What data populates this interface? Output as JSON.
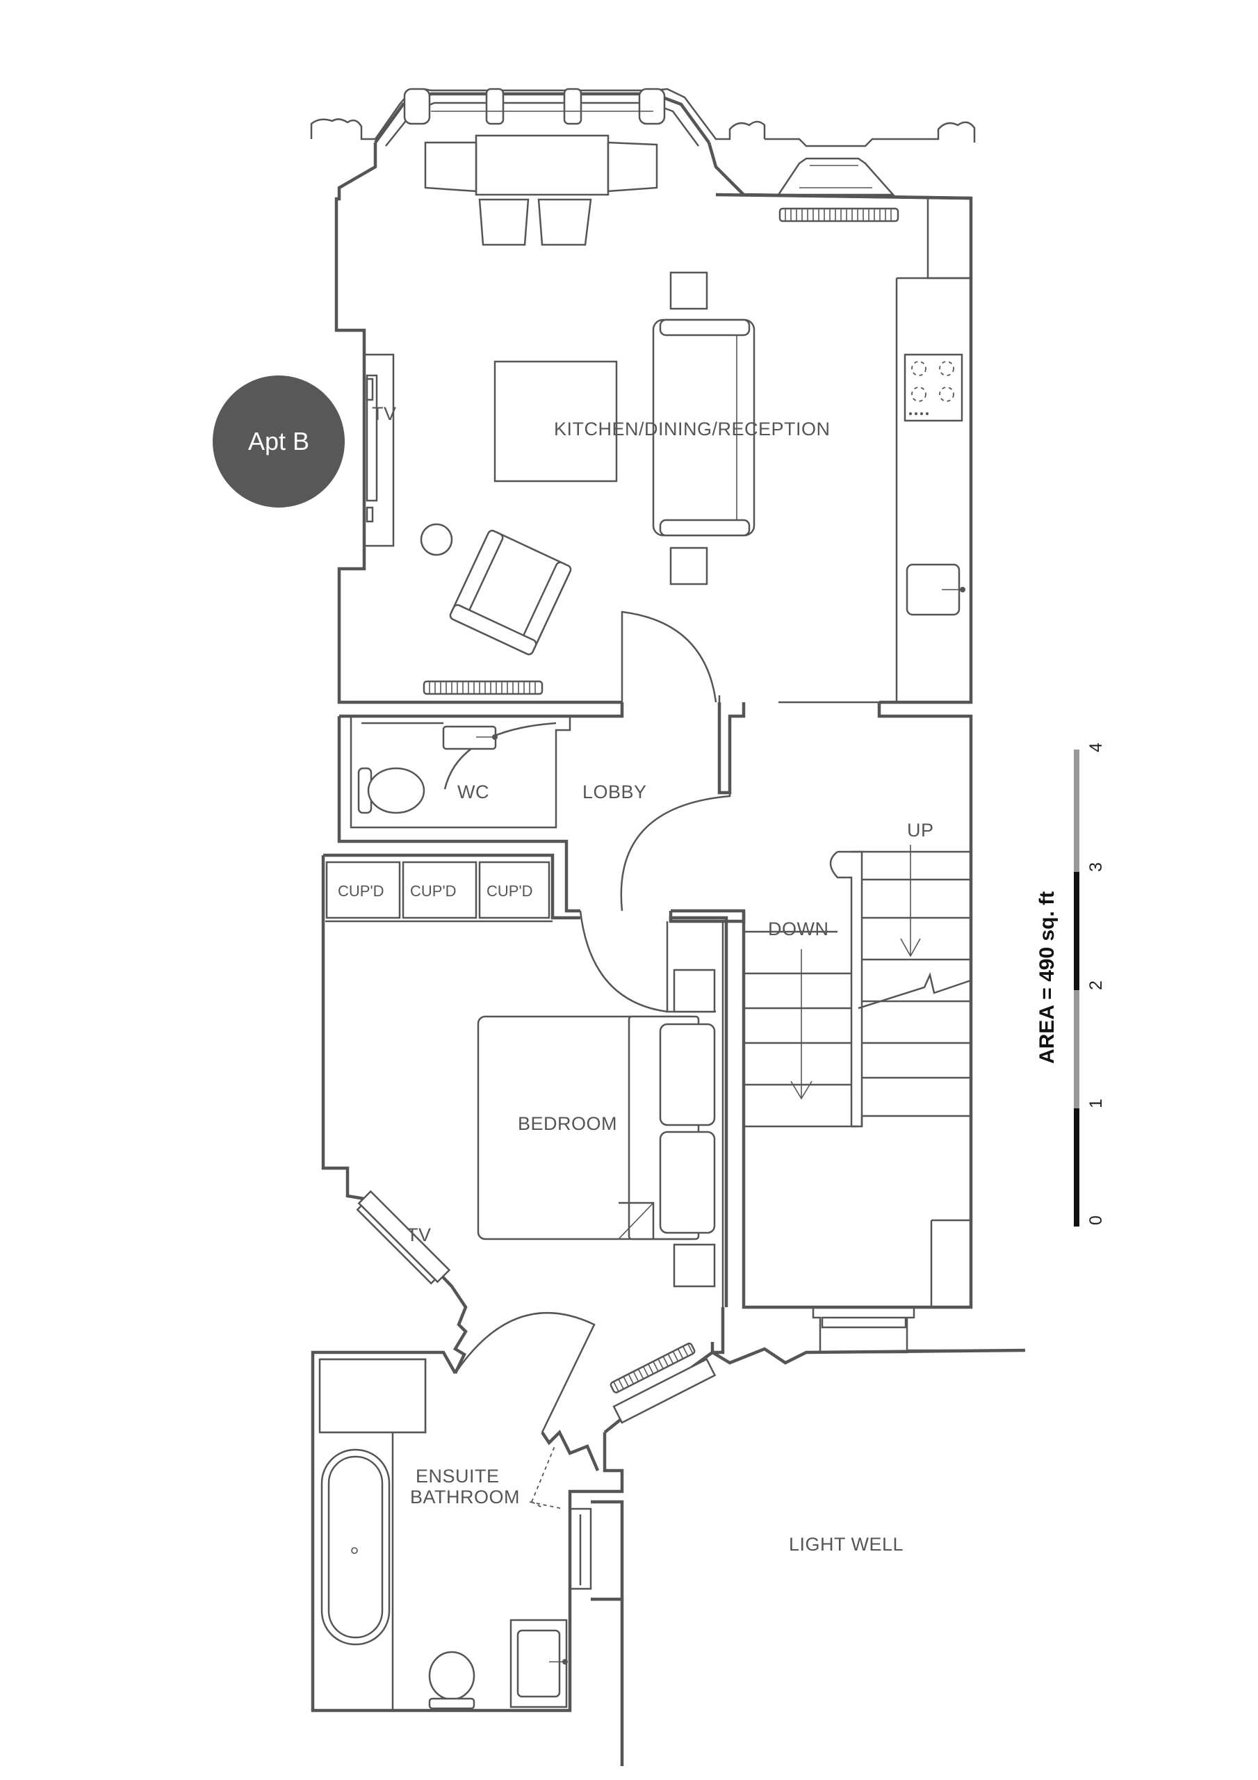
{
  "apartment_badge": "Apt B",
  "rooms": {
    "kitchen": "KITCHEN/DINING/RECEPTION",
    "wc": "WC",
    "lobby": "LOBBY",
    "bedroom": "BEDROOM",
    "ensuite_line1": "ENSUITE",
    "ensuite_line2": "BATHROOM",
    "light_well": "LIGHT WELL",
    "down": "DOWN",
    "up": "UP",
    "tv_living": "TV",
    "tv_bedroom": "TV"
  },
  "cupboards": [
    "CUP'D",
    "CUP'D",
    "CUP'D"
  ],
  "area_label": "AREA = 490 sq. ft",
  "scale_bar": {
    "ticks": [
      "0",
      "1",
      "2",
      "3",
      "4"
    ],
    "colors": [
      "#111111",
      "#999999",
      "#111111",
      "#999999"
    ]
  }
}
